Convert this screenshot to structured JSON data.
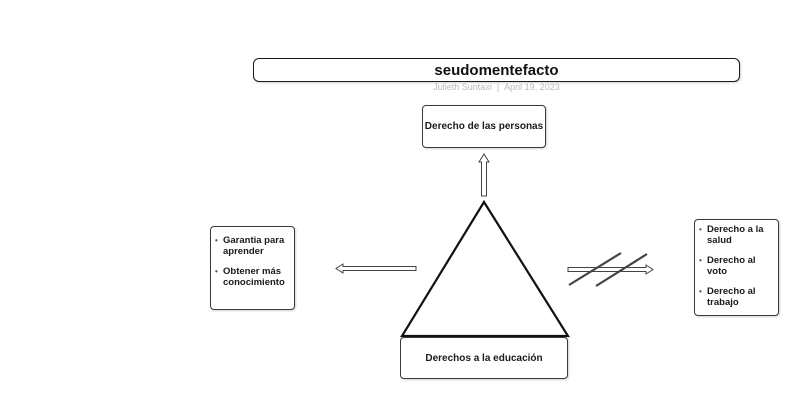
{
  "title": "seudomentefacto",
  "byline": {
    "author": "Julieth Suntaxi",
    "date": "April 19, 2023"
  },
  "nodes": {
    "top": "Derecho de las personas",
    "bottom": "Derechos a la educación",
    "left": {
      "items": [
        "Garantia para aprender",
        "Obtener más conocimiento"
      ]
    },
    "right": {
      "items": [
        "Derecho a la salud",
        "Derecho al voto",
        "Derecho al trabajo"
      ]
    }
  }
}
